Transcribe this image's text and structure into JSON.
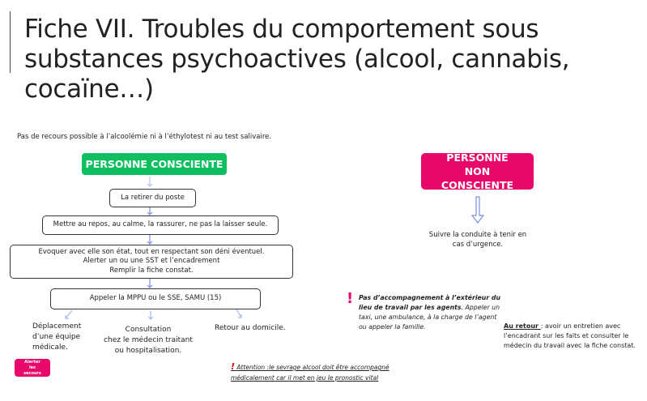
{
  "title": "Fiche VII.  Troubles du comportement  sous substances psychoactives (alcool, cannabis, cocaïne…)",
  "note": "Pas de recours possible à l’alcoolémie ni à l’éthylotest ni au test salivaire.",
  "conscious": {
    "header": "PERSONNE CONSCIENTE",
    "steps": [
      "La retirer du poste",
      "Mettre au repos, au calme, la rassurer, ne pas la laisser seule.",
      "Evoquer avec elle son état, tout en respectant son déni éventuel.",
      "Alerter un ou une SST et l’encadrement",
      "Remplir la fiche constat.",
      "Appeler la MPPU ou le SSE, SAMU (15)"
    ],
    "outcomes": [
      [
        "Déplacement",
        "d’une équipe",
        "médicale."
      ],
      [
        "Consultation",
        "chez le médecin traitant",
        "ou hospitalisation."
      ],
      [
        "Retour au domicile."
      ]
    ]
  },
  "alert_button": [
    "Alerter",
    "les",
    "secours"
  ],
  "attention": {
    "mark": "!",
    "line1": "Attention  :le  sevrage alcool doit être accompagné",
    "line2": "médicalement car il  met en jeu le pronostic vital"
  },
  "unconscious": {
    "header": "PERSONNE NON CONSCIENTE",
    "text": "Suivre la conduite à tenir en cas d’urgence."
  },
  "escort": {
    "mark": "!",
    "bold": "Pas d’accompagnement à l’extérieur du lieu de travail par les agents",
    "rest": ". Appeler un taxi, une ambulance, à la charge de l’agent ou appeler la famille."
  },
  "return": {
    "label": "Au retour ",
    "text": ": avoir un entretien avec l’encadrant sur les faits et consulter le médecin du travail avec la fiche constat."
  },
  "colors": {
    "green": "#0fbf5f",
    "pink": "#e8086a",
    "arrow": "#7b8fe0"
  }
}
